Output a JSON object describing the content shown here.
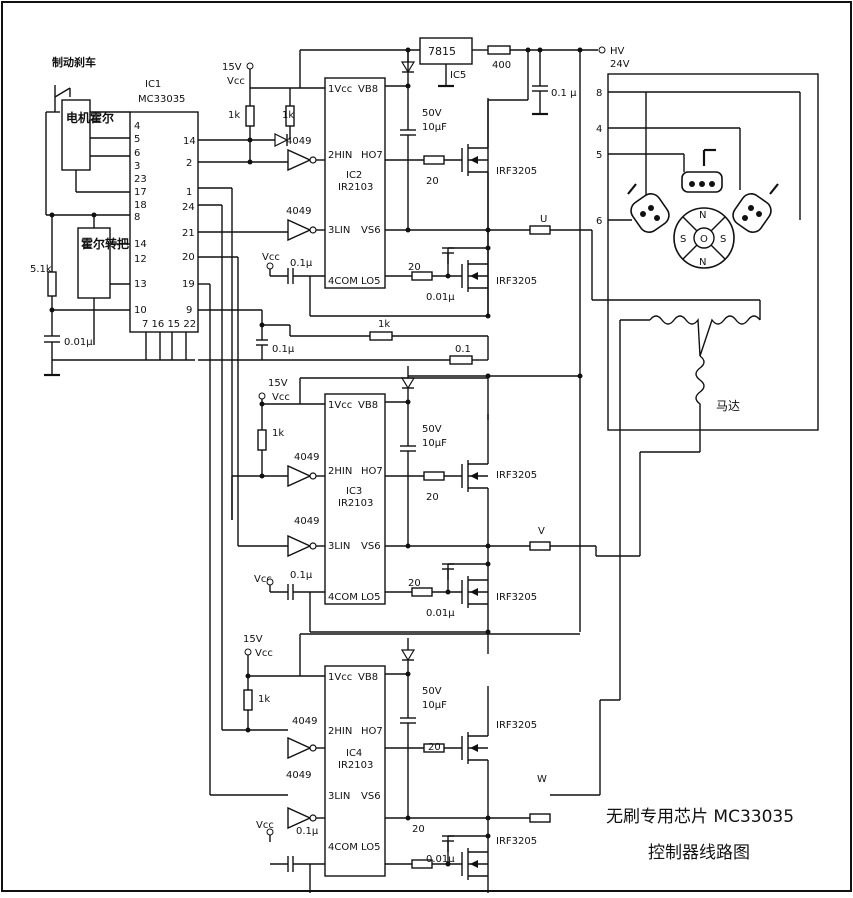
{
  "labels": {
    "brake": "制动刹车",
    "ic1": "IC1",
    "mc33035": "MC33035",
    "motor_hall": "电机霍尔",
    "hall_throttle": "霍尔转把",
    "ic1_pins_left": [
      "4",
      "5",
      "6",
      "3",
      "23",
      "17",
      "18",
      "8",
      "14",
      "12",
      "13",
      "10"
    ],
    "ic1_pins_right": [
      "14",
      "2",
      "1",
      "24",
      "21",
      "20",
      "19",
      "9"
    ],
    "ic1_pins_bottom": "7 16 15 22",
    "v15": "15V",
    "vcc": "Vcc",
    "r1k": "1k",
    "r51k": "5.1k",
    "c001": "0.01μ",
    "c01": "0.1μ",
    "inv": "4049",
    "ic2": "IC2",
    "ic3": "IC3",
    "ic4": "IC4",
    "ir2103": "IR2103",
    "pin_vcc": "1Vcc",
    "pin_vb": "VB8",
    "pin_hin": "2HIN",
    "pin_ho": "HO7",
    "pin_lin": "3LIN",
    "pin_vs": "VS6",
    "pin_com": "4COM",
    "pin_lo": "LO5",
    "cap50": "50V",
    "cap10": "10μF",
    "r20": "20",
    "c001_lower": "0.01μ",
    "mosfet": "IRF3205",
    "u": "U",
    "v": "V",
    "w": "W",
    "reg": "7815",
    "ic5": "IC5",
    "r400": "400",
    "hv": "HV",
    "v24": "24V",
    "c01_top": "0.1 μ",
    "motor_pins": [
      "8",
      "4",
      "5",
      "6"
    ],
    "rotor_n": "N",
    "rotor_s": "S",
    "rotor_o": "O",
    "motor": "马达",
    "r01": "0.1",
    "title_line1": "无刷专用芯片 MC33035",
    "title_line2": "控制器线路图"
  }
}
